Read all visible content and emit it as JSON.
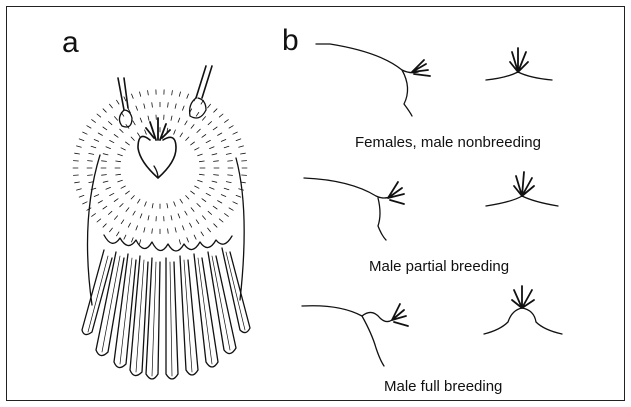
{
  "panels": {
    "a": {
      "letter": "a"
    },
    "b": {
      "letter": "b",
      "rows": [
        {
          "caption": "Females, male nonbreeding"
        },
        {
          "caption": "Male partial breeding"
        },
        {
          "caption": "Male full breeding"
        }
      ]
    }
  },
  "colors": {
    "ink": "#111111",
    "background": "#ffffff"
  }
}
